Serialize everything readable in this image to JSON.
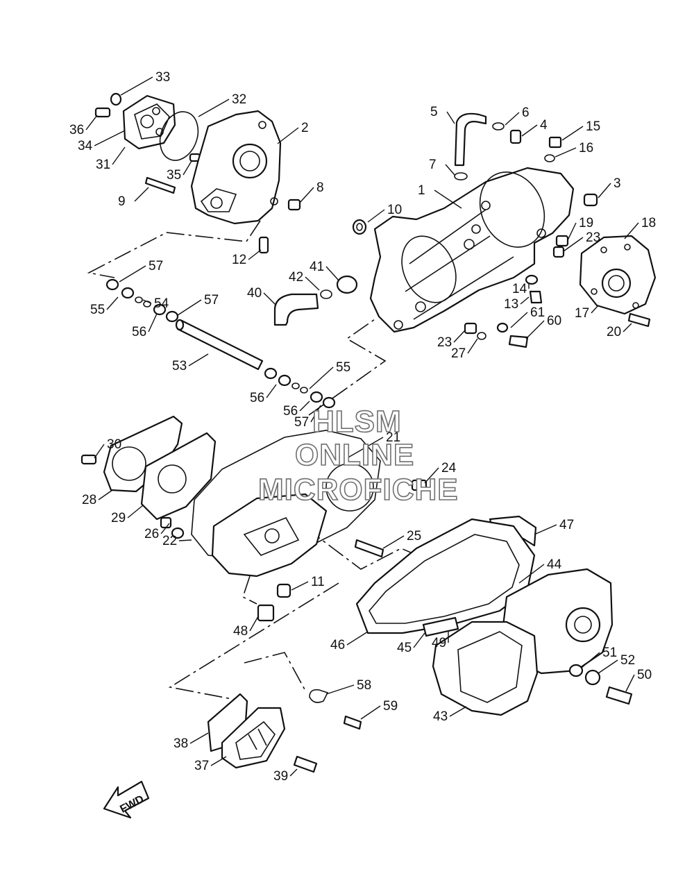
{
  "watermark": {
    "line1": "HLSM",
    "line2": "ONLINE",
    "line3": "MICROFICHE"
  },
  "direction_label": "FWD",
  "callouts": [
    "1",
    "2",
    "3",
    "4",
    "5",
    "6",
    "7",
    "8",
    "9",
    "10",
    "11",
    "12",
    "13",
    "14",
    "15",
    "16",
    "17",
    "18",
    "19",
    "20",
    "21",
    "22",
    "23",
    "23",
    "24",
    "25",
    "26",
    "27",
    "28",
    "29",
    "30",
    "31",
    "32",
    "33",
    "34",
    "35",
    "36",
    "37",
    "38",
    "39",
    "40",
    "41",
    "42",
    "43",
    "44",
    "45",
    "46",
    "47",
    "48",
    "49",
    "50",
    "51",
    "52",
    "53",
    "54",
    "55",
    "55",
    "56",
    "56",
    "56",
    "57",
    "57",
    "57",
    "58",
    "59",
    "60",
    "61"
  ]
}
